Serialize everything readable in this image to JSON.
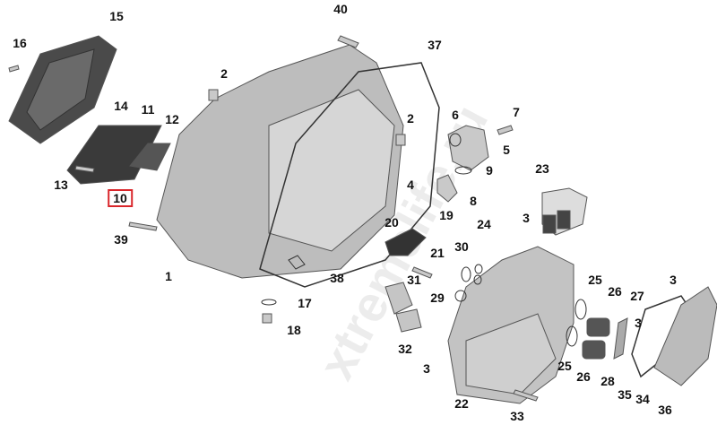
{
  "diagram": {
    "watermark": "xtremelife.ru",
    "highlighted_callout": "10",
    "callouts": [
      "15",
      "16",
      "14",
      "11",
      "12",
      "13",
      "10",
      "39",
      "2",
      "2",
      "40",
      "37",
      "6",
      "7",
      "5",
      "9",
      "8",
      "4",
      "23",
      "3",
      "19",
      "20",
      "24",
      "21",
      "30",
      "29",
      "31",
      "38",
      "1",
      "17",
      "18",
      "32",
      "3",
      "22",
      "33",
      "25",
      "26",
      "27",
      "25",
      "26",
      "28",
      "3",
      "3",
      "35",
      "34",
      "36"
    ]
  }
}
